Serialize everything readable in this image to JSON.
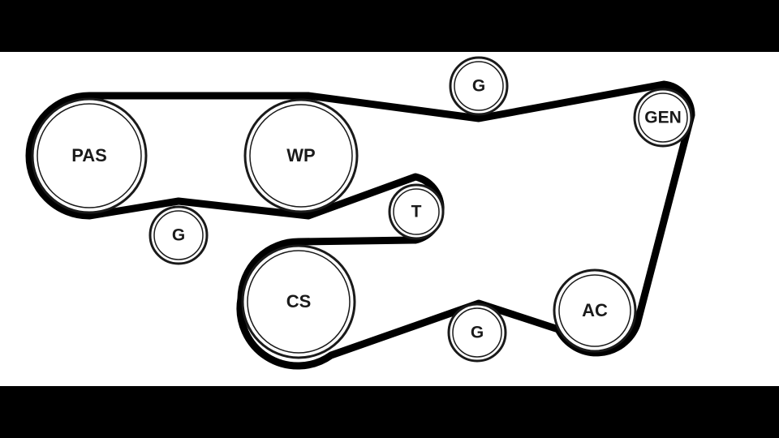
{
  "colors": {
    "background": "#000000",
    "canvas": "#ffffff",
    "belt": "#000000",
    "pulley_stroke": "#1a1a1a"
  },
  "pulleys": {
    "pas": {
      "label": "PAS"
    },
    "wp": {
      "label": "WP"
    },
    "g_top": {
      "label": "G"
    },
    "gen": {
      "label": "GEN"
    },
    "t": {
      "label": "T"
    },
    "g_left": {
      "label": "G"
    },
    "cs": {
      "label": "CS"
    },
    "g_bottom": {
      "label": "G"
    },
    "ac": {
      "label": "AC"
    }
  }
}
